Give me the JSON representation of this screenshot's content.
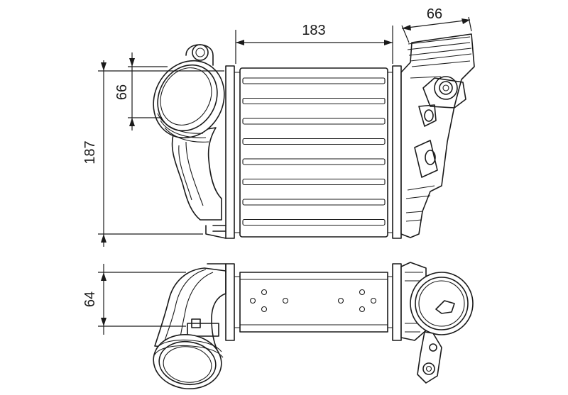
{
  "dimensions": {
    "width_top": "183",
    "depth_top": "66",
    "height": "187",
    "pipe_diameter": "66",
    "depth_bottom": "64"
  }
}
